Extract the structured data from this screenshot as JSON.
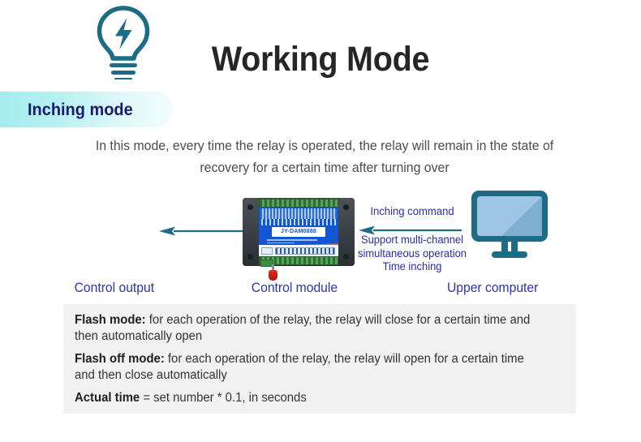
{
  "page": {
    "title": "Working Mode",
    "badge_label": "Inching mode",
    "intro": "In this mode, every time the relay is operated, the relay will remain in the state of recovery for a certain time after turning over"
  },
  "diagram": {
    "output_caption": "Control output",
    "module_caption": "Control module",
    "computer_caption": "Upper computer",
    "module_label": "JY-DAM0888",
    "command_label": "Inching command",
    "command_details": "Support multi-channel simultaneous operation Time inching",
    "command_details_lines": [
      "Support multi-channel",
      "simultaneous operation",
      "Time inching"
    ]
  },
  "notes": [
    {
      "strong": "Flash mode:",
      "text": " for each operation of the relay, the relay will close for a certain time and then automatically open"
    },
    {
      "strong": "Flash off mode:",
      "text": " for each operation of the relay, the relay will open for a certain time and then close automatically"
    },
    {
      "strong": "Actual time",
      "text": " = set number * 0.1, in seconds"
    }
  ],
  "colors": {
    "badge_gradient_start": "#a5ecef",
    "badge_gradient_end": "#f3fdfd",
    "badge_text": "#1b1b6e",
    "caption_blue": "#3030b8",
    "icon_teal": "#1d6b85",
    "arrow_teal": "#1d6b85",
    "note_background": "#f1f1f1",
    "title_color": "#262626",
    "module_pcb_blue": "#1256d4",
    "module_stripe_orange": "#ef6428",
    "module_terminal_green": "#53a659",
    "module_led_red": "#e02a1f",
    "monitor_screen_blue": "#8fbfe0"
  }
}
